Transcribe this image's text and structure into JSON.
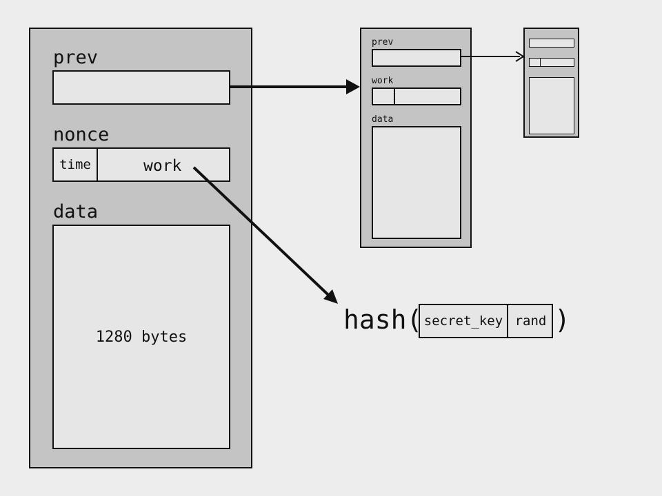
{
  "main_block": {
    "prev_label": "prev",
    "nonce_label": "nonce",
    "time_label": "time",
    "work_label": "work",
    "data_label": "data",
    "data_size": "1280 bytes"
  },
  "middle_block": {
    "prev_label": "prev",
    "work_label": "work",
    "data_label": "data"
  },
  "hash_expr": {
    "func": "hash(",
    "arg1": "secret_key",
    "arg2": "rand",
    "close": ")"
  }
}
